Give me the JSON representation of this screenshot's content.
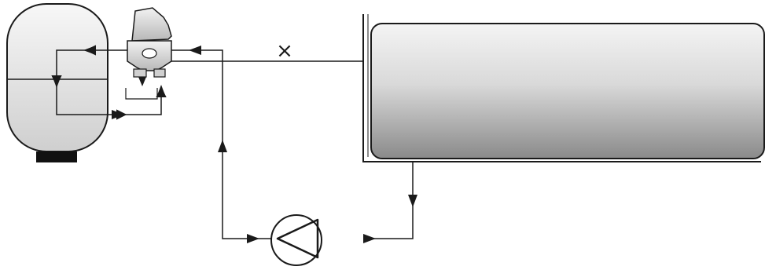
{
  "diagram": {
    "marker_label": "×",
    "colors": {
      "line": "#1a1a1a",
      "background": "#ffffff",
      "tank_light": "#f4f4f4",
      "tank_mid": "#d6d6d6",
      "tank_dark": "#8f8f8f",
      "vessel_light": "#f6f6f6",
      "vessel_dark": "#cfcfcf",
      "base": "#111111"
    },
    "components": [
      {
        "id": "pressure-vessel",
        "icon": "vertical-pressure-vessel"
      },
      {
        "id": "control-valve",
        "icon": "multiport-valve"
      },
      {
        "id": "horizontal-tank",
        "icon": "horizontal-tank"
      },
      {
        "id": "pump",
        "icon": "pump-symbol"
      }
    ]
  }
}
